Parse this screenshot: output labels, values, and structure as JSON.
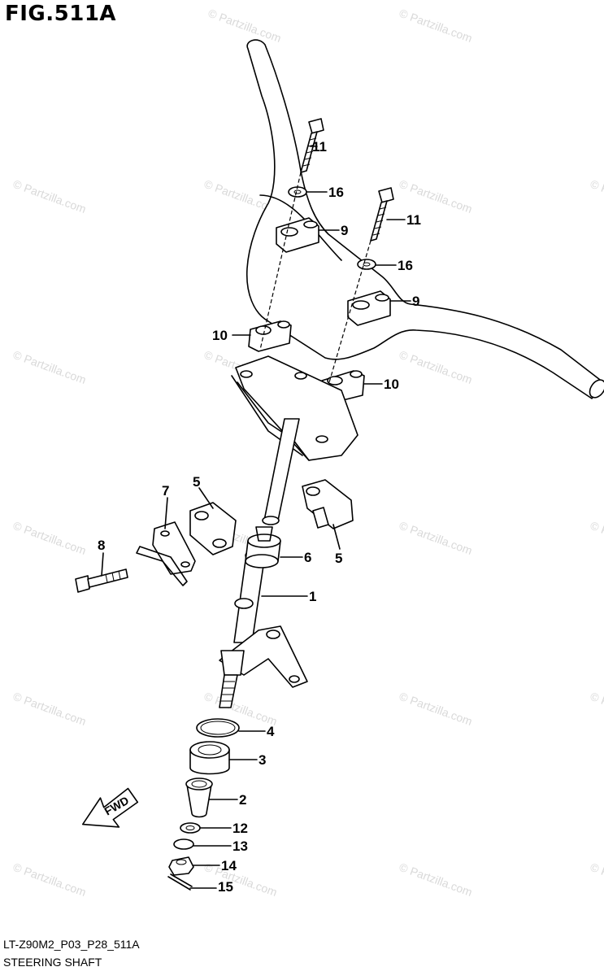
{
  "figure": {
    "title": "FIG.511A",
    "diagram_code": "LT-Z90M2_P03_P28_511A",
    "diagram_name": "STEERING SHAFT"
  },
  "watermark": "© Partzilla.com",
  "fwd_label": "FWD",
  "callouts": [
    {
      "id": "c1",
      "number": "1"
    },
    {
      "id": "c2",
      "number": "2"
    },
    {
      "id": "c3",
      "number": "3"
    },
    {
      "id": "c4",
      "number": "4"
    },
    {
      "id": "c5a",
      "number": "5"
    },
    {
      "id": "c5b",
      "number": "5"
    },
    {
      "id": "c6",
      "number": "6"
    },
    {
      "id": "c7",
      "number": "7"
    },
    {
      "id": "c8",
      "number": "8"
    },
    {
      "id": "c9a",
      "number": "9"
    },
    {
      "id": "c9b",
      "number": "9"
    },
    {
      "id": "c10a",
      "number": "10"
    },
    {
      "id": "c10b",
      "number": "10"
    },
    {
      "id": "c11a",
      "number": "11"
    },
    {
      "id": "c11b",
      "number": "11"
    },
    {
      "id": "c12",
      "number": "12"
    },
    {
      "id": "c13",
      "number": "13"
    },
    {
      "id": "c14",
      "number": "14"
    },
    {
      "id": "c15",
      "number": "15"
    },
    {
      "id": "c16a",
      "number": "16"
    },
    {
      "id": "c16b",
      "number": "16"
    }
  ]
}
